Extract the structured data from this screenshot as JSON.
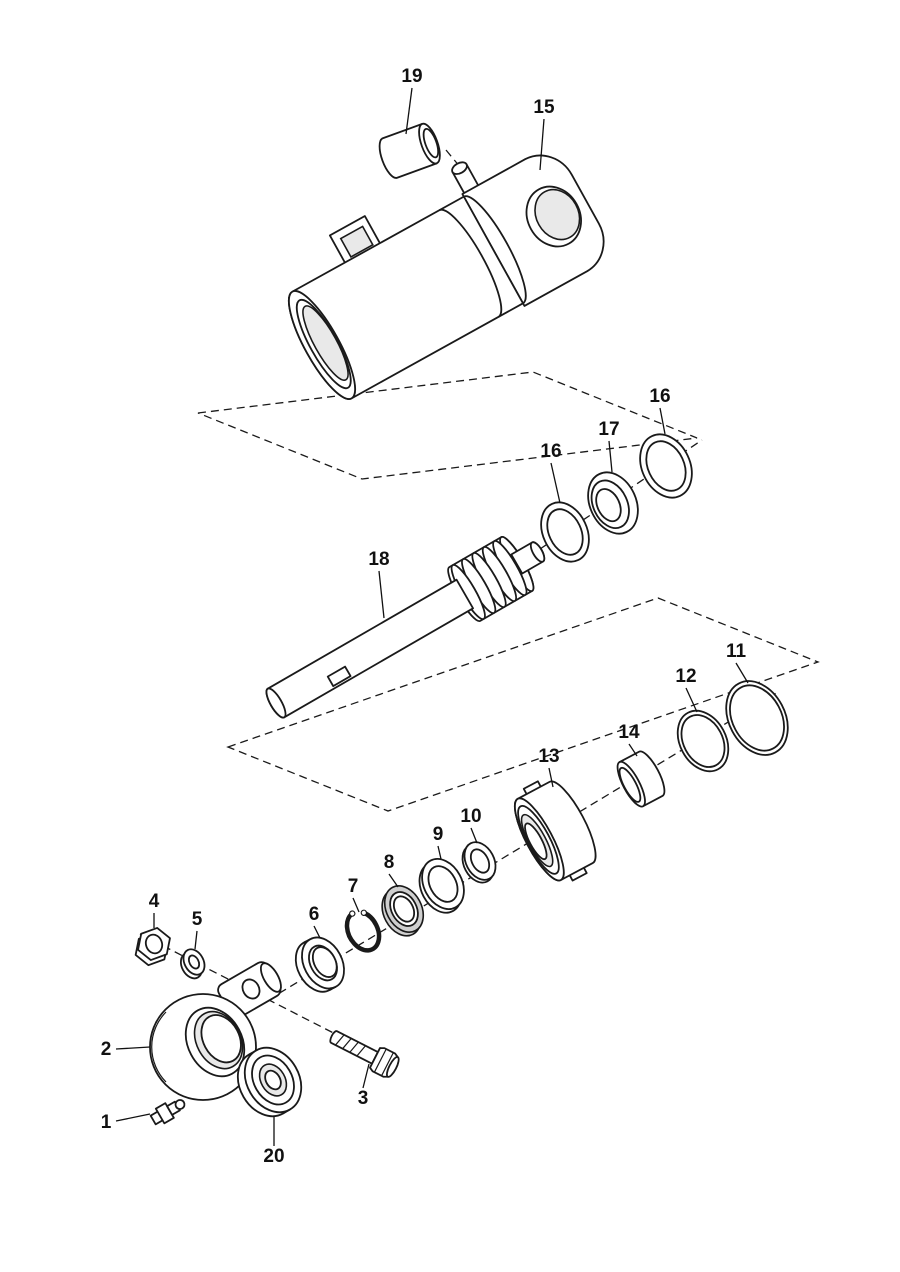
{
  "figure": {
    "background_color": "#ffffff",
    "line_color": "#1a1a1a",
    "shade_color": "#cfcfcf"
  },
  "callouts": [
    {
      "label": "19"
    },
    {
      "label": "15"
    },
    {
      "label": "16"
    },
    {
      "label": "17"
    },
    {
      "label": "16"
    },
    {
      "label": "18"
    },
    {
      "label": "11"
    },
    {
      "label": "12"
    },
    {
      "label": "14"
    },
    {
      "label": "13"
    },
    {
      "label": "10"
    },
    {
      "label": "9"
    },
    {
      "label": "8"
    },
    {
      "label": "7"
    },
    {
      "label": "6"
    },
    {
      "label": "4"
    },
    {
      "label": "5"
    },
    {
      "label": "2"
    },
    {
      "label": "3"
    },
    {
      "label": "1"
    },
    {
      "label": "20"
    }
  ]
}
